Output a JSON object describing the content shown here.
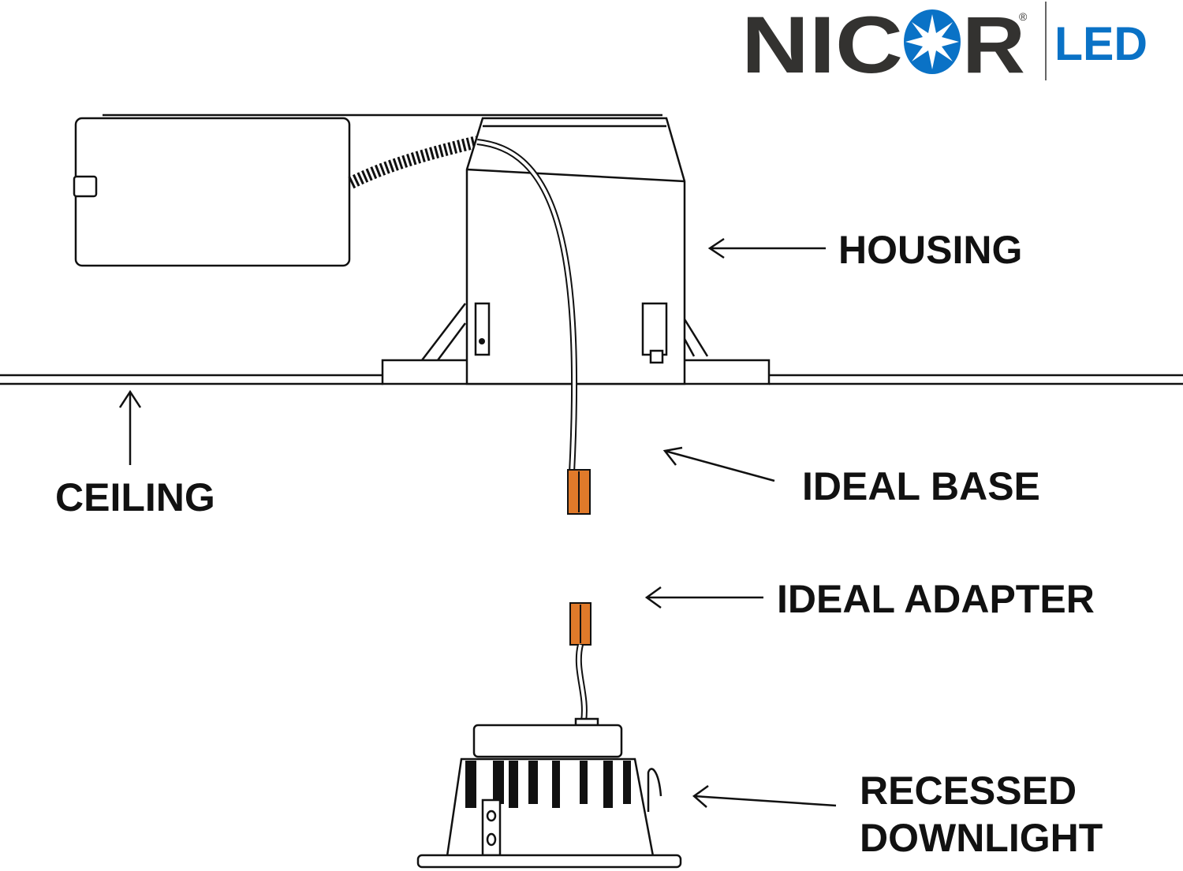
{
  "logo": {
    "brand_pre": "NIC",
    "brand_post": "R",
    "registered": "®",
    "product": "LED",
    "brand_color": "#333230",
    "accent_color": "#0a72c6"
  },
  "labels": {
    "housing": "HOUSING",
    "ceiling": "CEILING",
    "ideal_base": "IDEAL BASE",
    "ideal_adapter": "IDEAL ADAPTER",
    "recessed_line1": "RECESSED",
    "recessed_line2": "DOWNLIGHT"
  },
  "colors": {
    "connector": "#e07a2a",
    "line": "#111111"
  }
}
